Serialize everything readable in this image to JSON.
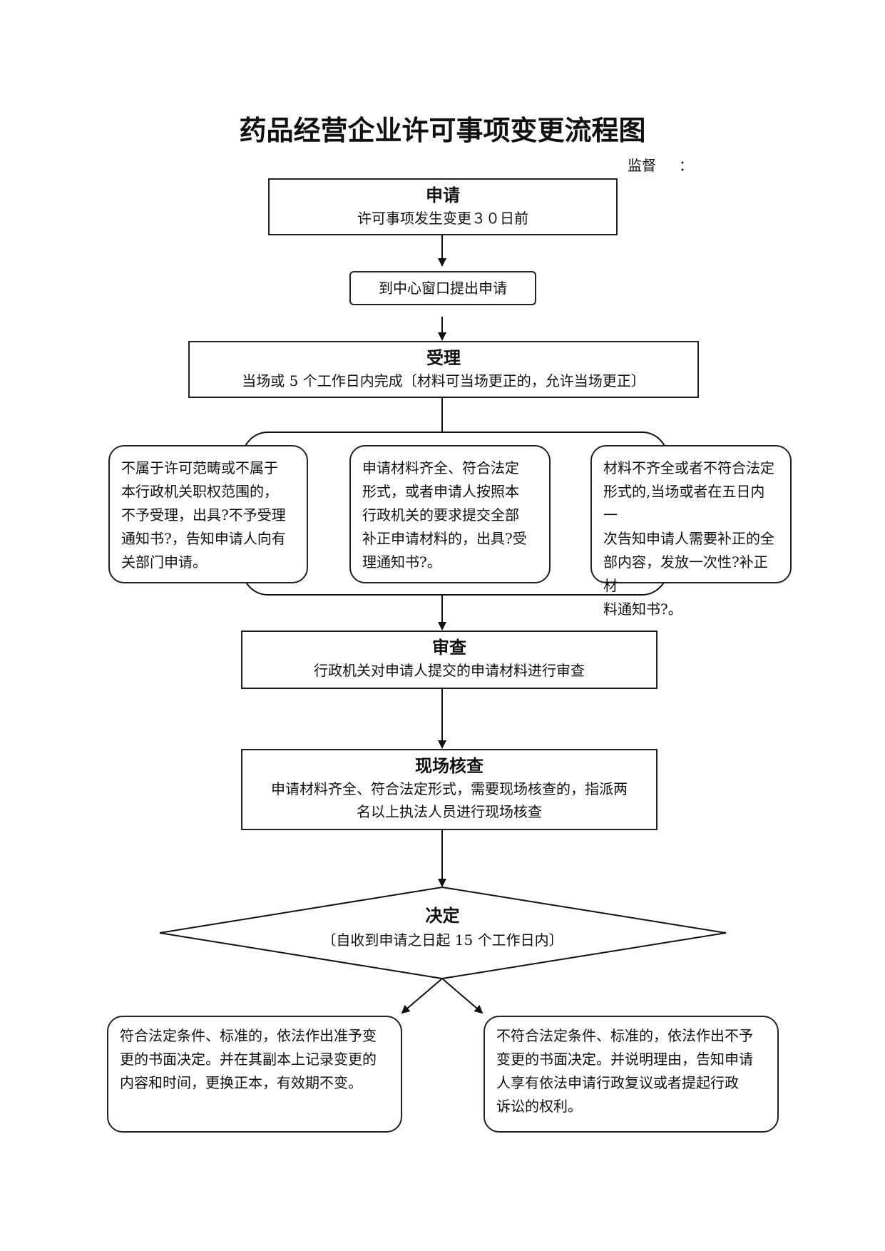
{
  "title": "药品经营企业许可事项变更流程图",
  "supervise_label": "监督",
  "supervise_colon": "：",
  "steps": {
    "apply": {
      "title": "申请",
      "desc": "许可事项发生变更３０日前"
    },
    "submit": {
      "desc": "到中心窗口提出申请"
    },
    "accept": {
      "title": "受理",
      "desc": "当场或 5 个工作日内完成〔材料可当场更正的，允许当场更正〕"
    },
    "review": {
      "title": "审查",
      "desc": "行政机关对申请人提交的申请材料进行审查"
    },
    "inspect": {
      "title": "现场核查",
      "desc_line1": "申请材料齐全、符合法定形式，需要现场核查的，指派两",
      "desc_line2": "名以上执法人员进行现场核查"
    },
    "decision": {
      "title": "决定",
      "desc": "〔自收到申请之日起 15 个工作日内〕"
    }
  },
  "accept_outcomes": [
    {
      "lines": [
        "不属于许可范畴或不属于",
        "本行政机关职权范围的，",
        "不予受理，出具?不予受理",
        "通知书?，告知申请人向有",
        "关部门申请。"
      ]
    },
    {
      "lines": [
        "申请材料齐全、符合法定",
        "形式，或者申请人按照本",
        "行政机关的要求提交全部",
        "补正申请材料的，出具?受",
        "理通知书?。"
      ]
    },
    {
      "lines": [
        "材料不齐全或者不符合法定",
        "形式的,当场或者在五日内一",
        "次告知申请人需要补正的全",
        "部内容，发放一次性?补正材",
        "料通知书?。"
      ]
    }
  ],
  "decision_outcomes": [
    {
      "lines": [
        "符合法定条件、标准的，依法作出准予变",
        "更的书面决定。并在其副本上记录变更的",
        "内容和时间，更换正本，有效期不变。"
      ]
    },
    {
      "lines": [
        "不符合法定条件、标准的，依法作出不予",
        "变更的书面决定。并说明理由，告知申请",
        "人享有依法申请行政复议或者提起行政",
        "诉讼的权利。"
      ]
    }
  ]
}
